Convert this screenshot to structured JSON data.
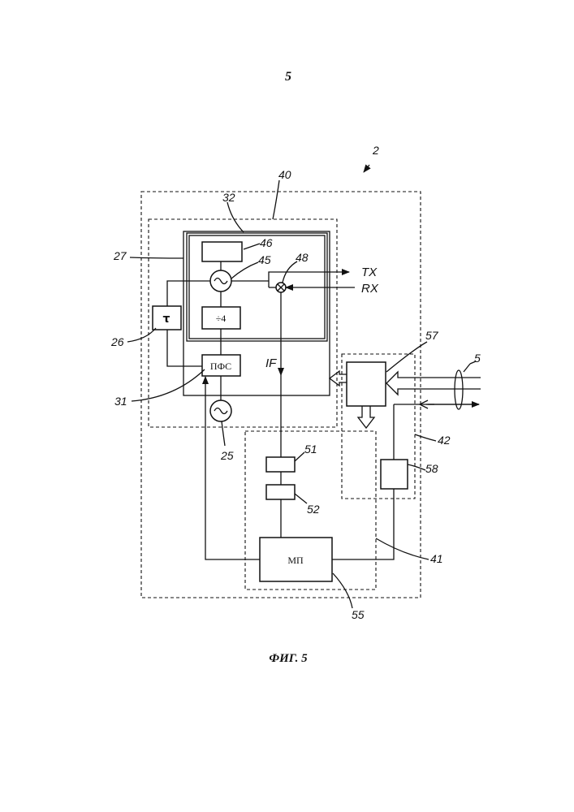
{
  "page_number": "5",
  "figure_caption": "ФИГ. 5",
  "refs": {
    "r2": "2",
    "r40": "40",
    "r32": "32",
    "r27": "27",
    "r46": "46",
    "r45": "45",
    "r48": "48",
    "r26": "26",
    "r31": "31",
    "r25": "25",
    "r57": "57",
    "r5": "5",
    "r42": "42",
    "r51": "51",
    "r52": "52",
    "r58": "58",
    "r41": "41",
    "r55": "55"
  },
  "signals": {
    "tx": "TX",
    "rx": "RX",
    "if": "IF"
  },
  "blocks": {
    "divider": "÷4",
    "delay": "τ",
    "pfs": "ПФС",
    "mp": "МП"
  }
}
